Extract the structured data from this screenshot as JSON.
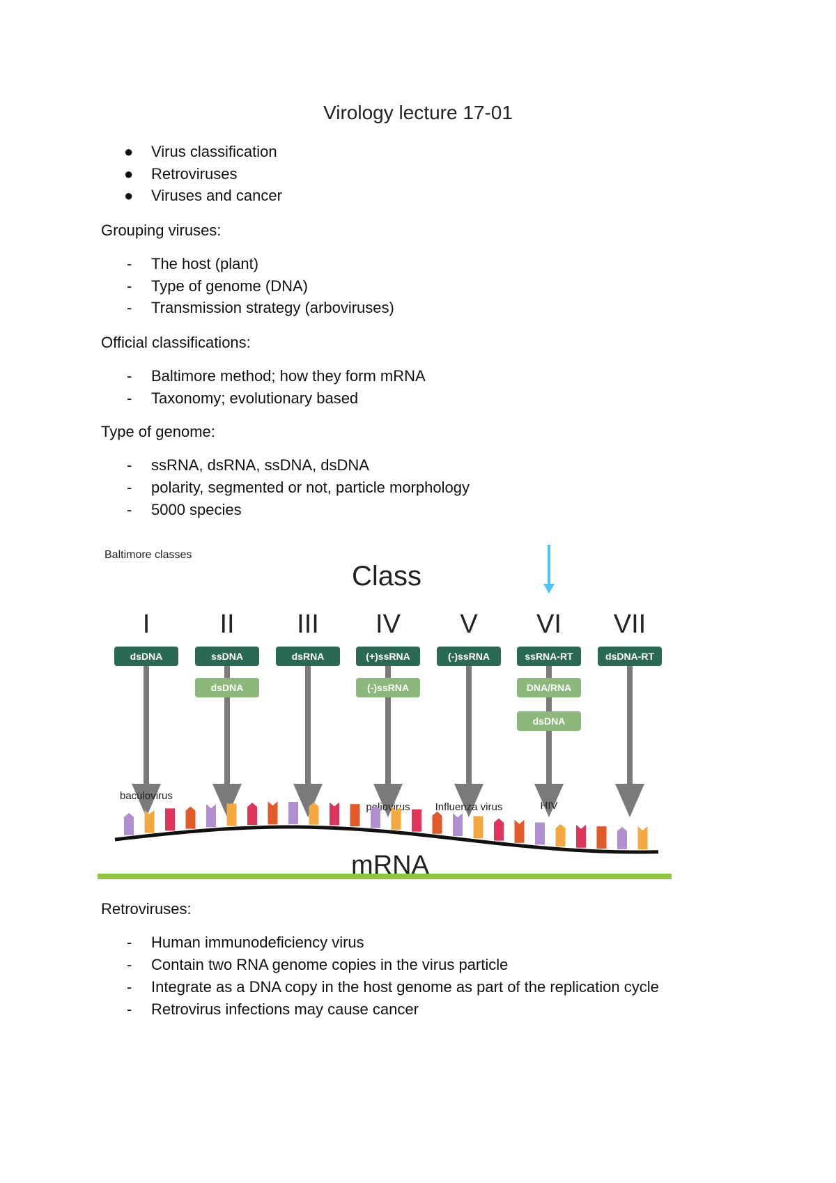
{
  "title": "Virology lecture 17-01",
  "topics": [
    "Virus classification",
    "Retroviruses",
    "Viruses and cancer"
  ],
  "sections": [
    {
      "heading": "Grouping viruses:",
      "items": [
        "The host (plant)",
        "Type of genome (DNA)",
        "Transmission strategy (arboviruses)"
      ]
    },
    {
      "heading": "Official classifications:",
      "items": [
        "Baltimore method; how they form mRNA",
        "Taxonomy; evolutionary based"
      ]
    },
    {
      "heading": "Type of genome:",
      "items": [
        "ssRNA, dsRNA, ssDNA, dsDNA",
        "polarity, segmented or not, particle morphology",
        "5000 species"
      ]
    }
  ],
  "figure": {
    "caption": "Baltimore classes",
    "class_header": "Class",
    "bottom_label": "mRNA",
    "colors": {
      "dark_box": "#2a6a55",
      "light_box": "#8cb87c",
      "arrow": "#7a7a7a",
      "highlight_arrow": "#4fc3f7",
      "baseline": "#8cc63f",
      "strand": "#111111",
      "bases": [
        "#f4a940",
        "#b08fd0",
        "#e2592a",
        "#e0355a"
      ]
    },
    "classes": [
      {
        "numeral": "I",
        "boxes": [
          "dsDNA"
        ],
        "example": "baculovirus"
      },
      {
        "numeral": "II",
        "boxes": [
          "ssDNA",
          "dsDNA"
        ],
        "example": ""
      },
      {
        "numeral": "III",
        "boxes": [
          "dsRNA"
        ],
        "example": ""
      },
      {
        "numeral": "IV",
        "boxes": [
          "(+)ssRNA",
          "(-)ssRNA"
        ],
        "example": "poliovirus"
      },
      {
        "numeral": "V",
        "boxes": [
          "(-)ssRNA"
        ],
        "example": "Influenza virus"
      },
      {
        "numeral": "VI",
        "boxes": [
          "ssRNA-RT",
          "DNA/RNA",
          "dsDNA"
        ],
        "example": "HIV",
        "highlighted": true
      },
      {
        "numeral": "VII",
        "boxes": [
          "dsDNA-RT"
        ],
        "example": ""
      }
    ]
  },
  "retroviruses": {
    "heading": "Retroviruses:",
    "items": [
      "Human immunodeficiency virus",
      "Contain two RNA genome copies in the virus particle",
      "Integrate as a DNA copy in the host genome as part of the replication cycle",
      "Retrovirus infections may cause cancer"
    ]
  }
}
